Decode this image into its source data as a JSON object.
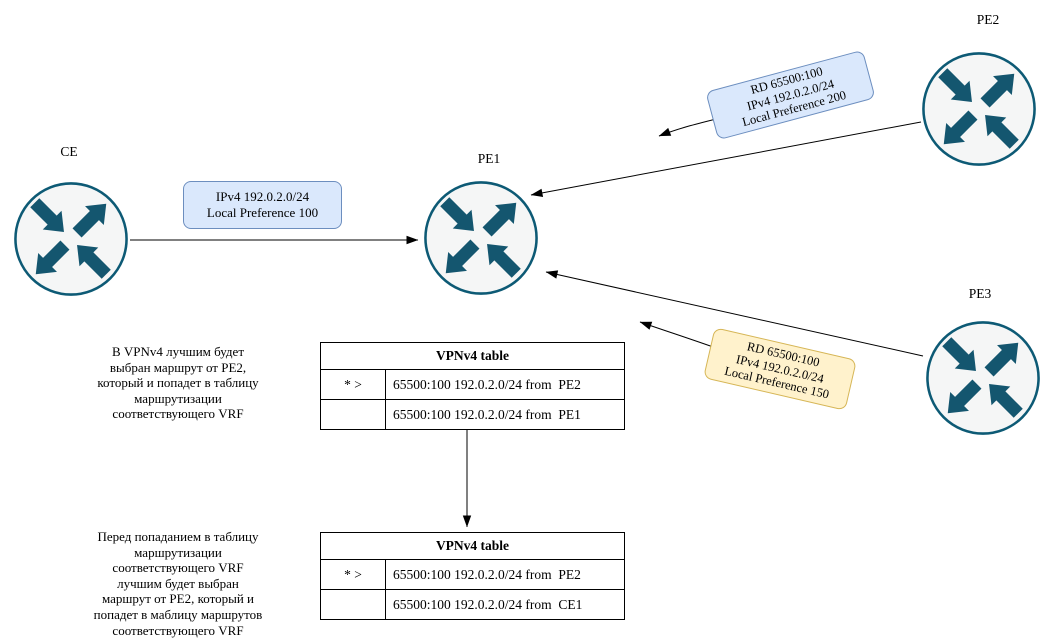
{
  "nodes": {
    "ce": {
      "label": "CE"
    },
    "pe1": {
      "label": "PE1"
    },
    "pe2": {
      "label": "PE2"
    },
    "pe3": {
      "label": "PE3"
    }
  },
  "callouts": {
    "ce_to_pe1": {
      "lines": [
        "IPv4 192.0.2.0/24",
        "Local Preference 100"
      ]
    },
    "pe2_to_pe1": {
      "lines": [
        "RD 65500:100",
        "IPv4 192.0.2.0/24",
        "Local Preference 200"
      ]
    },
    "pe3_to_pe1": {
      "lines": [
        "RD 65500:100",
        "IPv4 192.0.2.0/24",
        "Local Preference 150"
      ]
    }
  },
  "tables": {
    "vpnv4_top": {
      "title": "VPNv4 table",
      "rows": [
        {
          "flag": "* >",
          "route": "65500:100 192.0.2.0/24 from  PE2"
        },
        {
          "flag": "",
          "route": "65500:100 192.0.2.0/24 from  PE1"
        }
      ]
    },
    "vpnv4_bottom": {
      "title": "VPNv4 table",
      "rows": [
        {
          "flag": "* >",
          "route": "65500:100 192.0.2.0/24 from  PE2"
        },
        {
          "flag": "",
          "route": "65500:100 192.0.2.0/24 from  CE1"
        }
      ]
    }
  },
  "notes": {
    "top": [
      "В VPNv4 лучшим будет",
      "выбран маршрут от PE2,",
      "который и попадет в таблицу",
      "маршрутизации",
      "соответствующего VRF"
    ],
    "bottom": [
      "Перед попаданием в таблицу",
      "маршрутизации",
      "соответствующего VRF",
      "лучшим будет выбран",
      "маршрут от PE2, который и",
      "попадет в маблицу маршрутов",
      "соответствующего VRF"
    ]
  },
  "colors": {
    "callout_blue_fill": "#dae8fc",
    "callout_blue_border": "#6c8ebf",
    "callout_yellow_fill": "#fff2cc",
    "callout_yellow_border": "#d6b656",
    "router_fill": "#f5f6f6",
    "router_stroke": "#0d5a75",
    "router_arrow": "#14566f",
    "line": "#000000"
  }
}
